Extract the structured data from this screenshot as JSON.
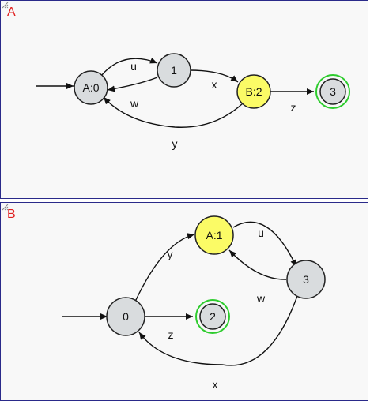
{
  "panels": [
    {
      "letter": "A",
      "nodes": [
        {
          "id": "a0",
          "label": "A:0",
          "highlight": false,
          "final": false
        },
        {
          "id": "a1",
          "label": "1",
          "highlight": false,
          "final": false
        },
        {
          "id": "a2",
          "label": "B:2",
          "highlight": true,
          "final": false
        },
        {
          "id": "a3",
          "label": "3",
          "highlight": false,
          "final": true
        }
      ],
      "edges": [
        {
          "from": "a0",
          "to": "a1",
          "label": "u"
        },
        {
          "from": "a1",
          "to": "a0",
          "label": "w"
        },
        {
          "from": "a1",
          "to": "a2",
          "label": "x"
        },
        {
          "from": "a2",
          "to": "a3",
          "label": "z"
        },
        {
          "from": "a2",
          "to": "a0",
          "label": "y"
        }
      ],
      "start": "a0"
    },
    {
      "letter": "B",
      "nodes": [
        {
          "id": "b0",
          "label": "0",
          "highlight": false,
          "final": false
        },
        {
          "id": "b1",
          "label": "A:1",
          "highlight": true,
          "final": false
        },
        {
          "id": "b2",
          "label": "2",
          "highlight": false,
          "final": true
        },
        {
          "id": "b3",
          "label": "3",
          "highlight": false,
          "final": false
        }
      ],
      "edges": [
        {
          "from": "b0",
          "to": "b1",
          "label": "y"
        },
        {
          "from": "b1",
          "to": "b3",
          "label": "u"
        },
        {
          "from": "b3",
          "to": "b1",
          "label": "w"
        },
        {
          "from": "b0",
          "to": "b2",
          "label": "z"
        },
        {
          "from": "b3",
          "to": "b0",
          "label": "x"
        }
      ],
      "start": "b0"
    }
  ],
  "colors": {
    "node_fill": "#d9dcde",
    "highlight_fill": "#fbfb66",
    "final_ring": "#2ecc2e",
    "panel_letter": "#e02020",
    "panel_border": "#2a2a8a"
  }
}
